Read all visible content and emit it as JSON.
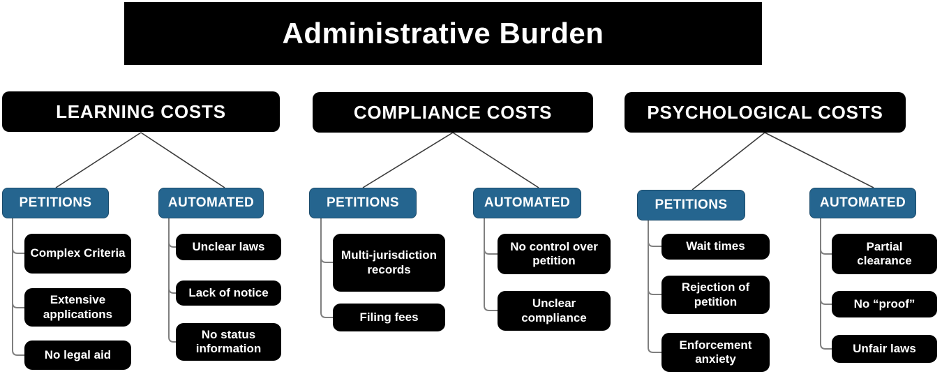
{
  "title": "Administrative Burden",
  "colors": {
    "node_black": "#000000",
    "node_blue": "#25658F",
    "text_white": "#ffffff",
    "connector_dark": "#3d3d3d",
    "connector_gray": "#7f7f7f",
    "background": "#ffffff"
  },
  "tree": {
    "branches": [
      {
        "label": "LEARNING COSTS",
        "groups": [
          {
            "label": "PETITIONS",
            "items": [
              "Complex Criteria",
              "Extensive applications",
              "No legal aid"
            ]
          },
          {
            "label": "AUTOMATED",
            "items": [
              "Unclear laws",
              "Lack of notice",
              "No status information"
            ]
          }
        ]
      },
      {
        "label": "COMPLIANCE COSTS",
        "groups": [
          {
            "label": "PETITIONS",
            "items": [
              "Multi-jurisdiction records",
              "Filing fees"
            ]
          },
          {
            "label": "AUTOMATED",
            "items": [
              "No control over petition",
              "Unclear compliance"
            ]
          }
        ]
      },
      {
        "label": "PSYCHOLOGICAL COSTS",
        "groups": [
          {
            "label": "PETITIONS",
            "items": [
              "Wait times",
              "Rejection of petition",
              "Enforcement anxiety"
            ]
          },
          {
            "label": "AUTOMATED",
            "items": [
              "Partial clearance",
              "No “proof”",
              "Unfair laws"
            ]
          }
        ]
      }
    ]
  }
}
